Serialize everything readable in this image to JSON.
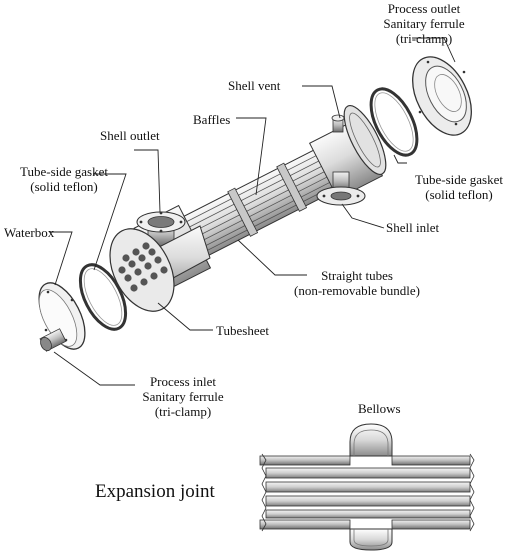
{
  "labels": {
    "process_outlet": [
      "Process outlet",
      "Sanitary ferrule",
      "(tri-clamp)"
    ],
    "shell_vent": "Shell vent",
    "baffles": "Baffles",
    "shell_outlet": "Shell outlet",
    "tube_gasket_left": [
      "Tube-side gasket",
      "(solid teflon)"
    ],
    "tube_gasket_right": [
      "Tube-side gasket",
      "(solid teflon)"
    ],
    "waterbox": "Waterbox",
    "shell_inlet": "Shell inlet",
    "straight_tubes": [
      "Straight tubes",
      "(non-removable bundle)"
    ],
    "tubesheet": "Tubesheet",
    "process_inlet": [
      "Process inlet",
      "Sanitary ferrule",
      "(tri-clamp)"
    ],
    "bellows": "Bellows",
    "expansion_joint": "Expansion joint"
  }
}
